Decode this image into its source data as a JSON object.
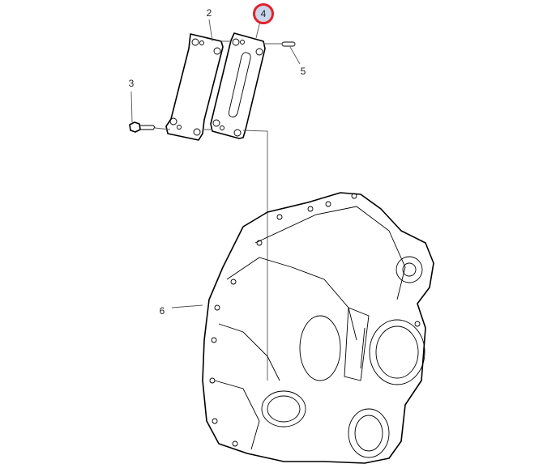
{
  "callouts": {
    "c2": "2",
    "c3": "3",
    "c4": "4",
    "c5": "5",
    "c6": "6"
  },
  "selected_callout": "4",
  "colors": {
    "highlight_ring": "#e3202a",
    "highlight_fill": "#c9d6ea"
  }
}
